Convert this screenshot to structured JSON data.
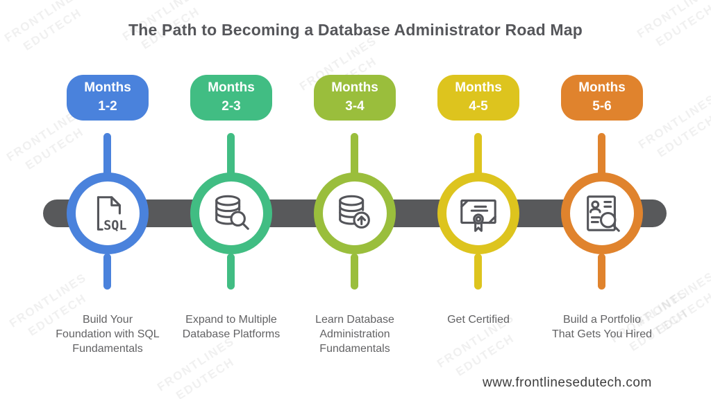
{
  "title": "The Path to Becoming a Database Administrator Road Map",
  "watermark": {
    "text": "FRONTLINES\nEDUTECH"
  },
  "timeline": {
    "bar_color": "#58595b"
  },
  "stages": [
    {
      "badge": "Months\n1-2",
      "color": "#4a82dc",
      "icon": "sql-file-icon",
      "description": "Build Your\nFoundation with SQL\nFundamentals"
    },
    {
      "badge": "Months\n2-3",
      "color": "#41bd83",
      "icon": "database-search-icon",
      "description": "Expand to Multiple\nDatabase Platforms"
    },
    {
      "badge": "Months\n3-4",
      "color": "#9abe3c",
      "icon": "database-upload-icon",
      "description": "Learn Database\nAdministration\nFundamentals"
    },
    {
      "badge": "Months\n4-5",
      "color": "#ddc41e",
      "icon": "certificate-icon",
      "description": "Get Certified"
    },
    {
      "badge": "Months\n5-6",
      "color": "#e0832d",
      "icon": "resume-search-icon",
      "description": "Build a Portfolio\nThat Gets You Hired"
    }
  ],
  "footer": {
    "website": "www.frontlinesedutech.com"
  }
}
